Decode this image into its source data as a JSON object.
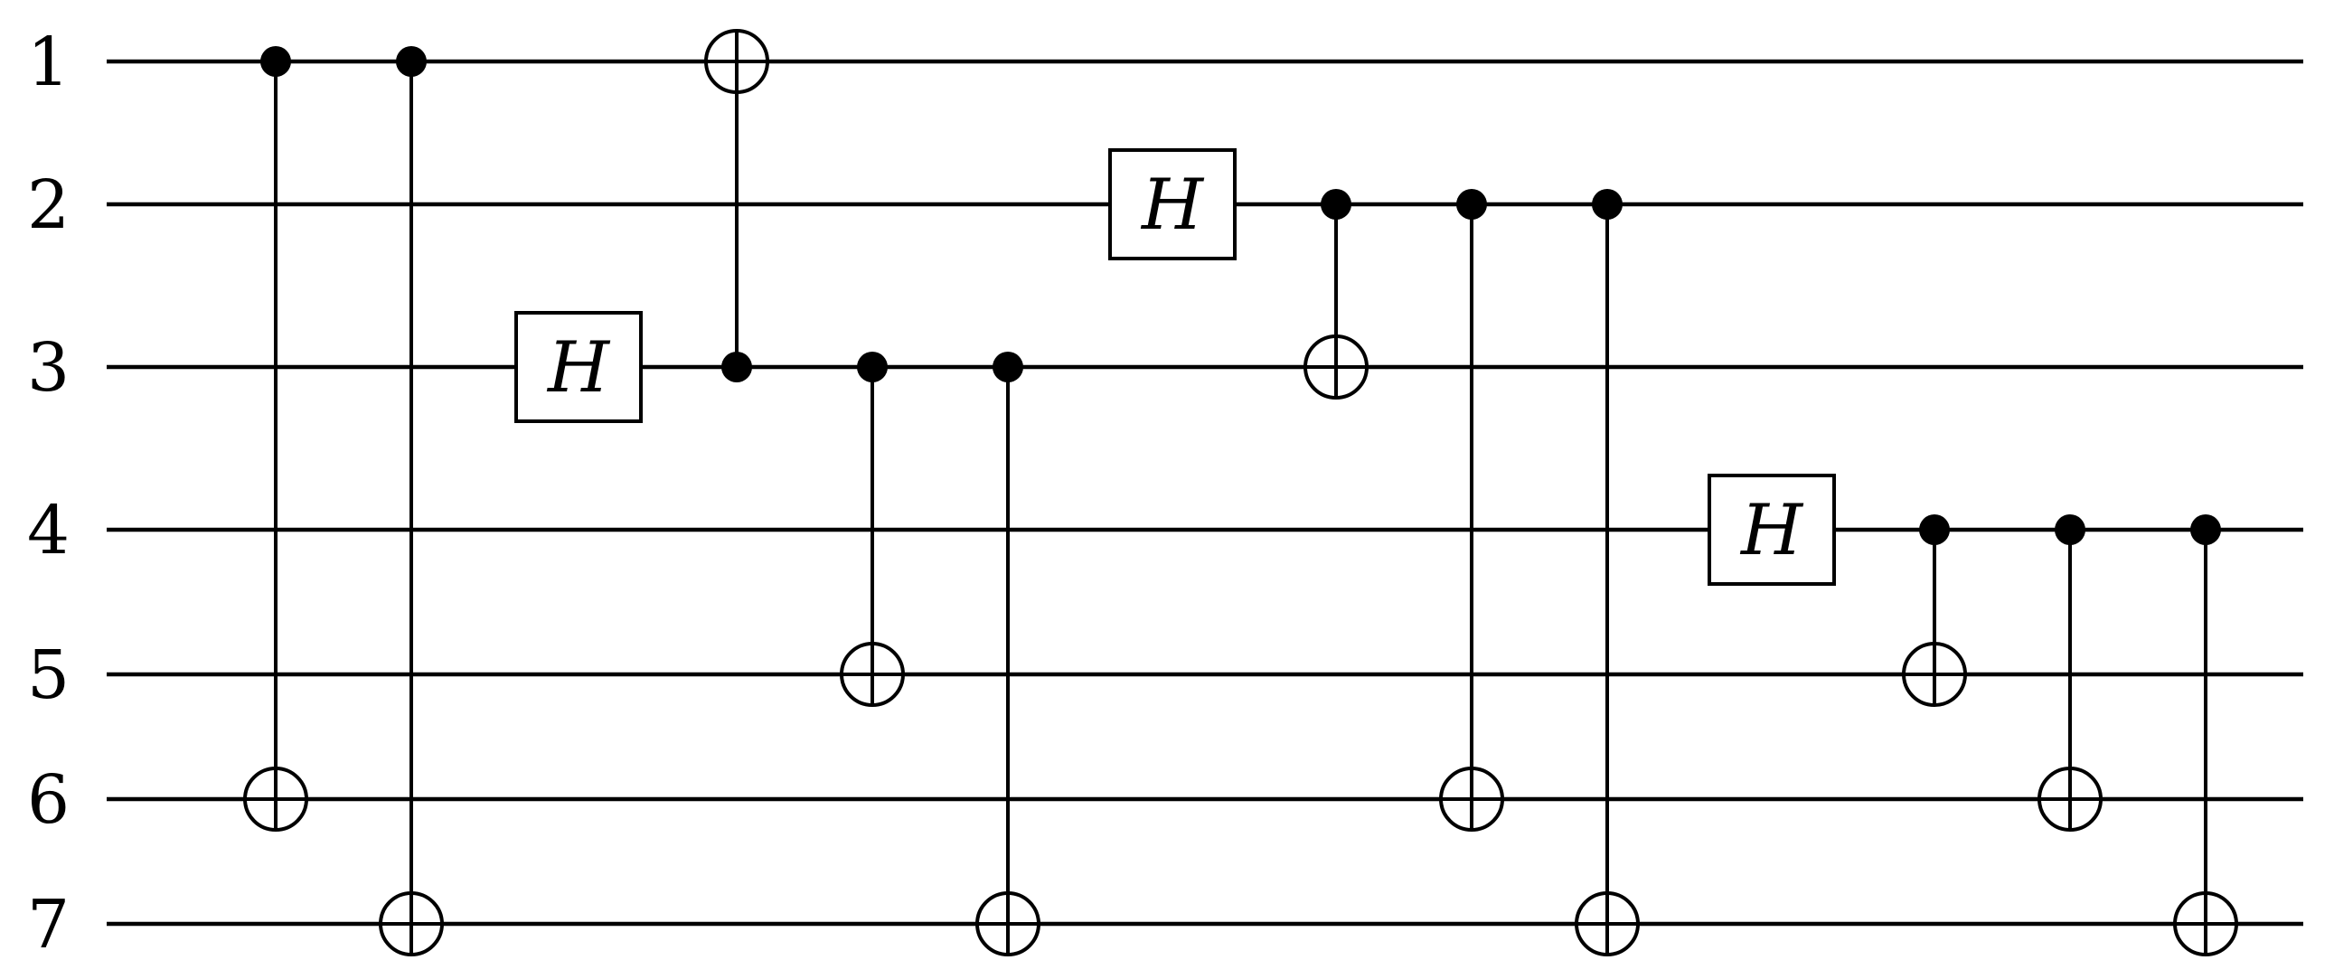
{
  "qubits": [
    "1",
    "2",
    "3",
    "4",
    "5",
    "6",
    "7"
  ],
  "gates": [
    {
      "type": "CNOT",
      "control": "1",
      "target": "6"
    },
    {
      "type": "CNOT",
      "control": "1",
      "target": "7"
    },
    {
      "type": "H",
      "label": "H",
      "qubit": "3"
    },
    {
      "type": "CNOT",
      "control": "3",
      "target": "1"
    },
    {
      "type": "CNOT",
      "control": "3",
      "target": "5"
    },
    {
      "type": "CNOT",
      "control": "3",
      "target": "7"
    },
    {
      "type": "H",
      "label": "H",
      "qubit": "2"
    },
    {
      "type": "CNOT",
      "control": "2",
      "target": "3"
    },
    {
      "type": "CNOT",
      "control": "2",
      "target": "6"
    },
    {
      "type": "CNOT",
      "control": "2",
      "target": "7"
    },
    {
      "type": "H",
      "label": "H",
      "qubit": "4"
    },
    {
      "type": "CNOT",
      "control": "4",
      "target": "5"
    },
    {
      "type": "CNOT",
      "control": "4",
      "target": "6"
    },
    {
      "type": "CNOT",
      "control": "4",
      "target": "7"
    }
  ]
}
